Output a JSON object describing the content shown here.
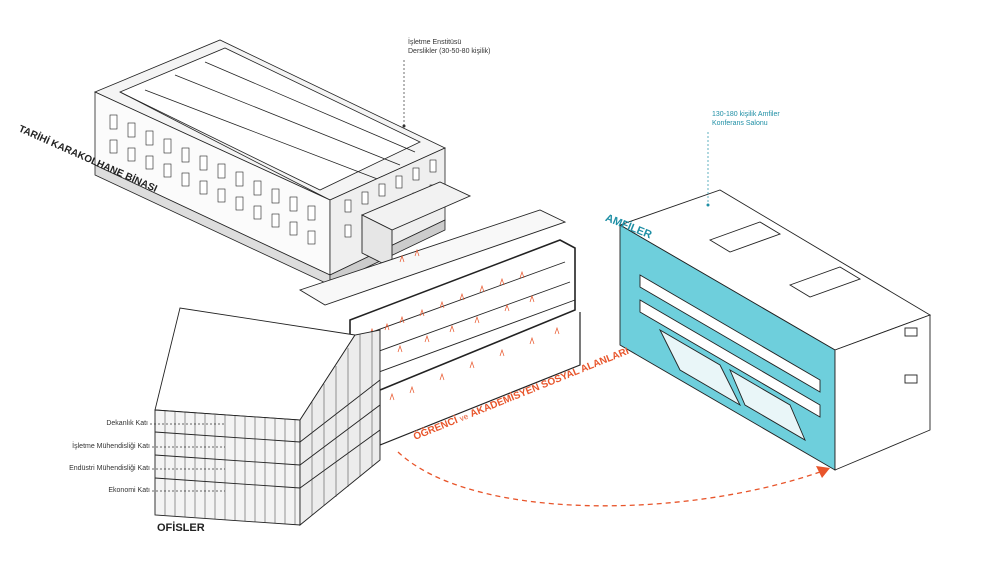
{
  "labels": {
    "historic_building": "TARİHİ KARAKOLHANE BİNASI",
    "institute_line1": "İşletme Enstitüsü",
    "institute_line2": "Derslikler (30-50-80 kişilik)",
    "amphi_line1": "130-180 kişilik Amfiler",
    "amphi_line2": "Konferans Salonu",
    "amphi_title": "AMFİLER",
    "social_prefix": "ÖĞRENCİ",
    "social_ve": "ve",
    "social_suffix": "AKADEMİSYEN SOSYAL ALANLARI",
    "offices_title": "OFİSLER",
    "floors": [
      "Dekanlık Katı",
      "İşletme Mühendisliği Katı",
      "Endüstri Mühendisliği Katı",
      "Ekonomi Katı"
    ]
  },
  "colors": {
    "teal": "#6ecfdc",
    "teal_dark": "#1f8fa5",
    "orange": "#e8552b",
    "line": "#222222"
  }
}
